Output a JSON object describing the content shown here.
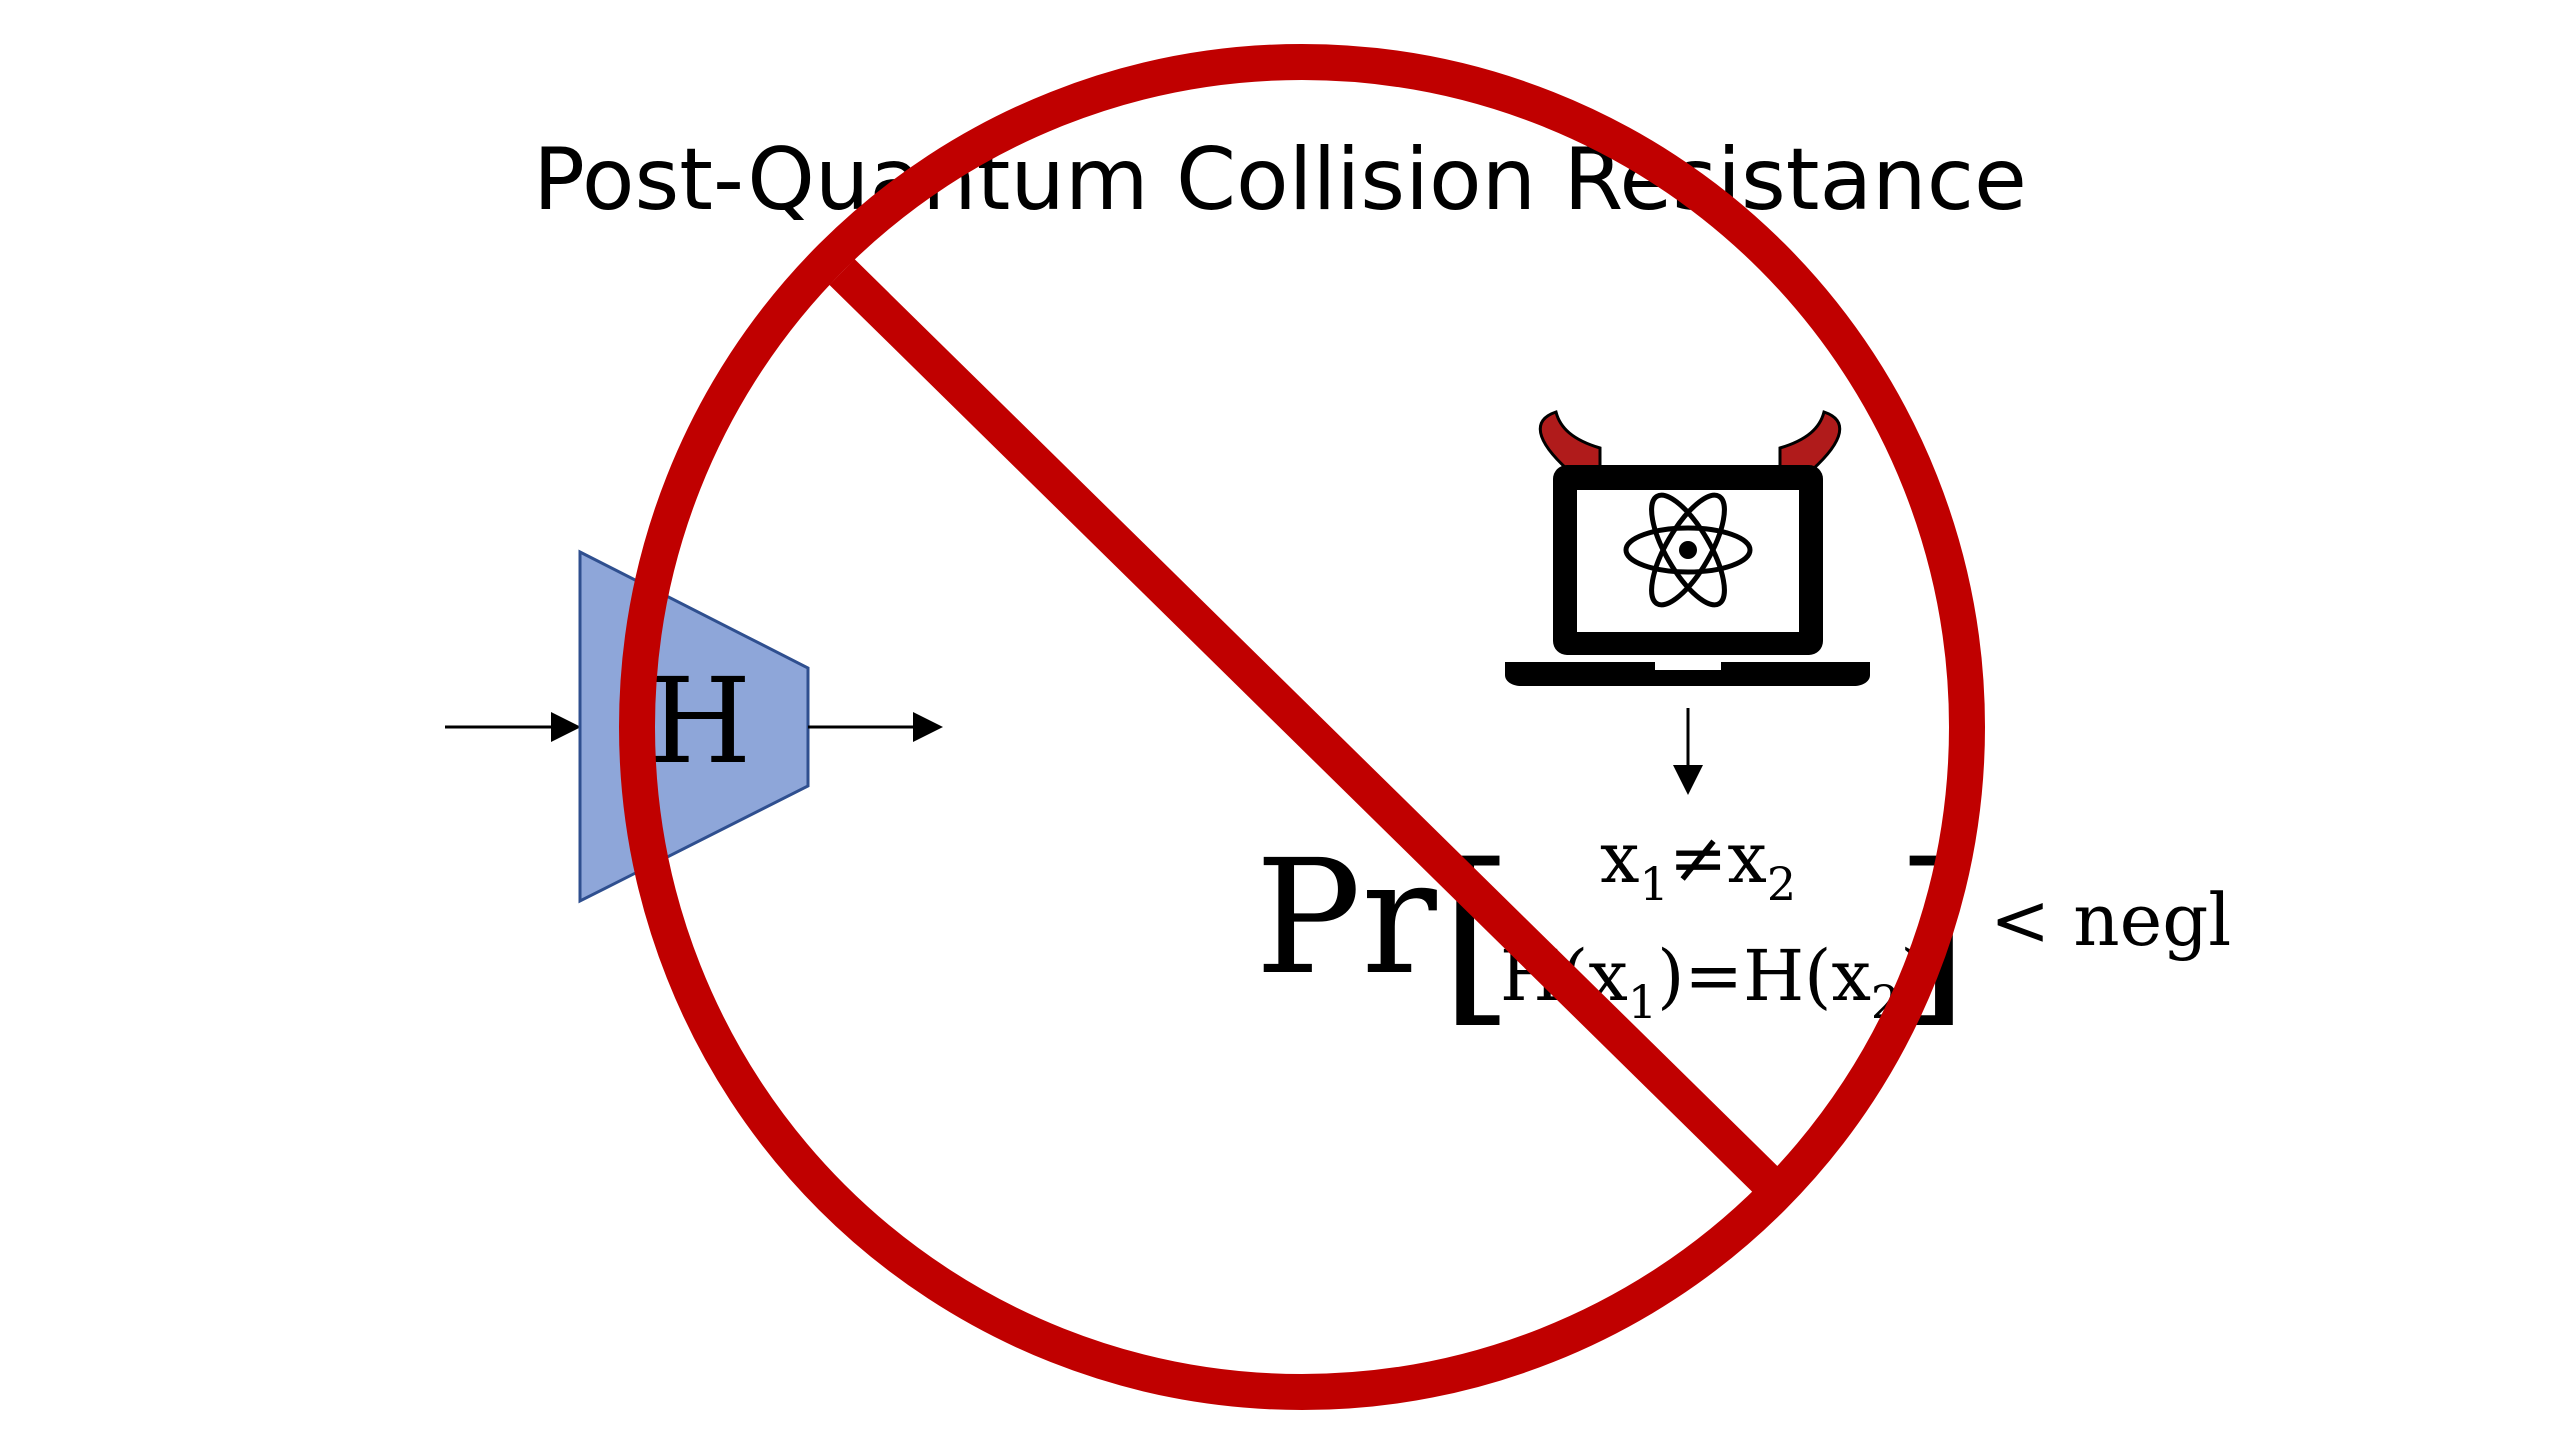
{
  "slide": {
    "title": "Post-Quantum Collision Resistance"
  },
  "hash_function": {
    "label": "H",
    "fill_color": "#8ea6d9"
  },
  "adversary": {
    "icon": "devil-laptop-atom-icon",
    "horn_color": "#b01b1b"
  },
  "formula": {
    "prob": "Pr",
    "open_bracket": "[",
    "close_bracket": "]",
    "line1": {
      "x": "x",
      "sub1": "1",
      "neq": "≠",
      "sub2": "2"
    },
    "line2": {
      "h_open": "H(x",
      "sub1": "1",
      "mid": ")=H(x",
      "sub2": "2",
      "close": ")"
    },
    "bound": "< negl"
  },
  "prohibition": {
    "icon": "prohibition-icon",
    "color": "#c00000"
  }
}
